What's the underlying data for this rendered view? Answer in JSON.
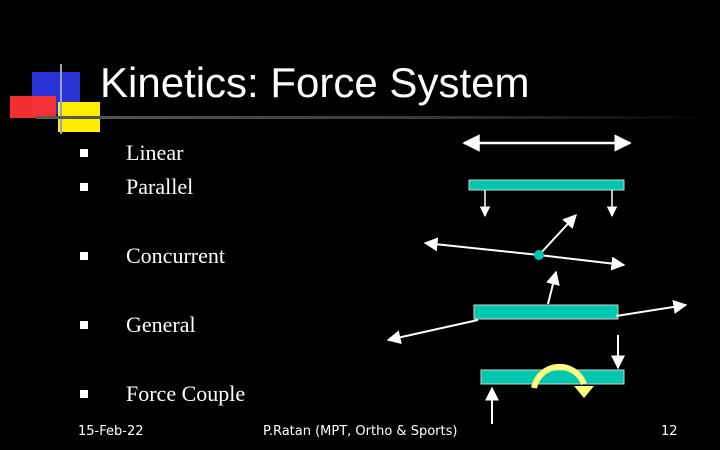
{
  "slide": {
    "title": "Kinetics: Force System",
    "bullets": [
      {
        "label": "Linear"
      },
      {
        "label": "Parallel"
      },
      {
        "label": "Concurrent"
      },
      {
        "label": "General"
      },
      {
        "label": "Force Couple"
      }
    ],
    "footer": {
      "date": "15-Feb-22",
      "author": "P.Ratan (MPT, Ortho & Sports)",
      "page_number": "12"
    }
  },
  "colors": {
    "background": "#000000",
    "text": "#ffffff",
    "bar_fill": "#00c8b0",
    "couple_arc": "#ffff80",
    "logo_blue": "#2a33d6",
    "logo_yellow": "#ffee00",
    "logo_red": "#ff3030"
  }
}
